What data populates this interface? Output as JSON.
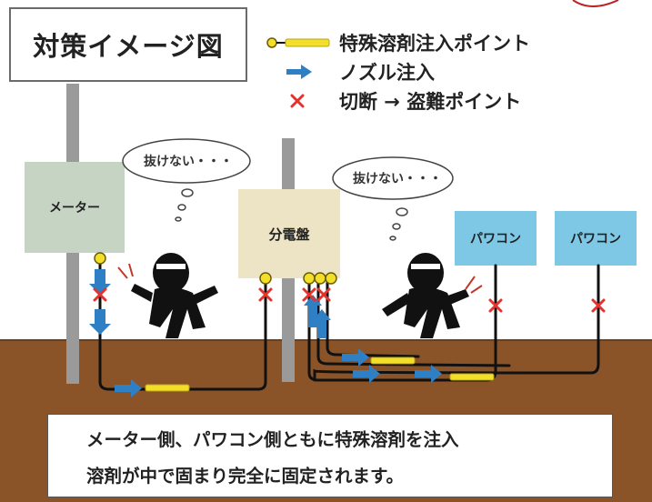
{
  "title": "対策イメージ図",
  "legend": [
    {
      "icon": "yellow-bar-with-dot",
      "label": "特殊溶剤注入ポイント"
    },
    {
      "icon": "blue-arrow",
      "label": "ノズル注入"
    },
    {
      "icon": "red-x",
      "label": "切断 → 盗難ポイント"
    }
  ],
  "labels": {
    "meter": "メーター",
    "panel": "分電盤",
    "pcs1": "パワコン",
    "pcs2": "パワコン",
    "thought1": "抜けない・・・",
    "thought2": "抜けない・・・"
  },
  "caption": {
    "line1": "メーター側、パワコン側ともに特殊溶剤を注入",
    "line2": "溶剤が中で固まり完全に固定されます。"
  },
  "colors": {
    "ground": "#8b5428",
    "meter_box": "#c6d4c4",
    "panel_box": "#ece4c4",
    "pcs_box": "#7ec8e6",
    "injection_yellow": "#f3df2a",
    "nozzle_blue": "#2f7fc4",
    "cut_red": "#e5322d"
  }
}
